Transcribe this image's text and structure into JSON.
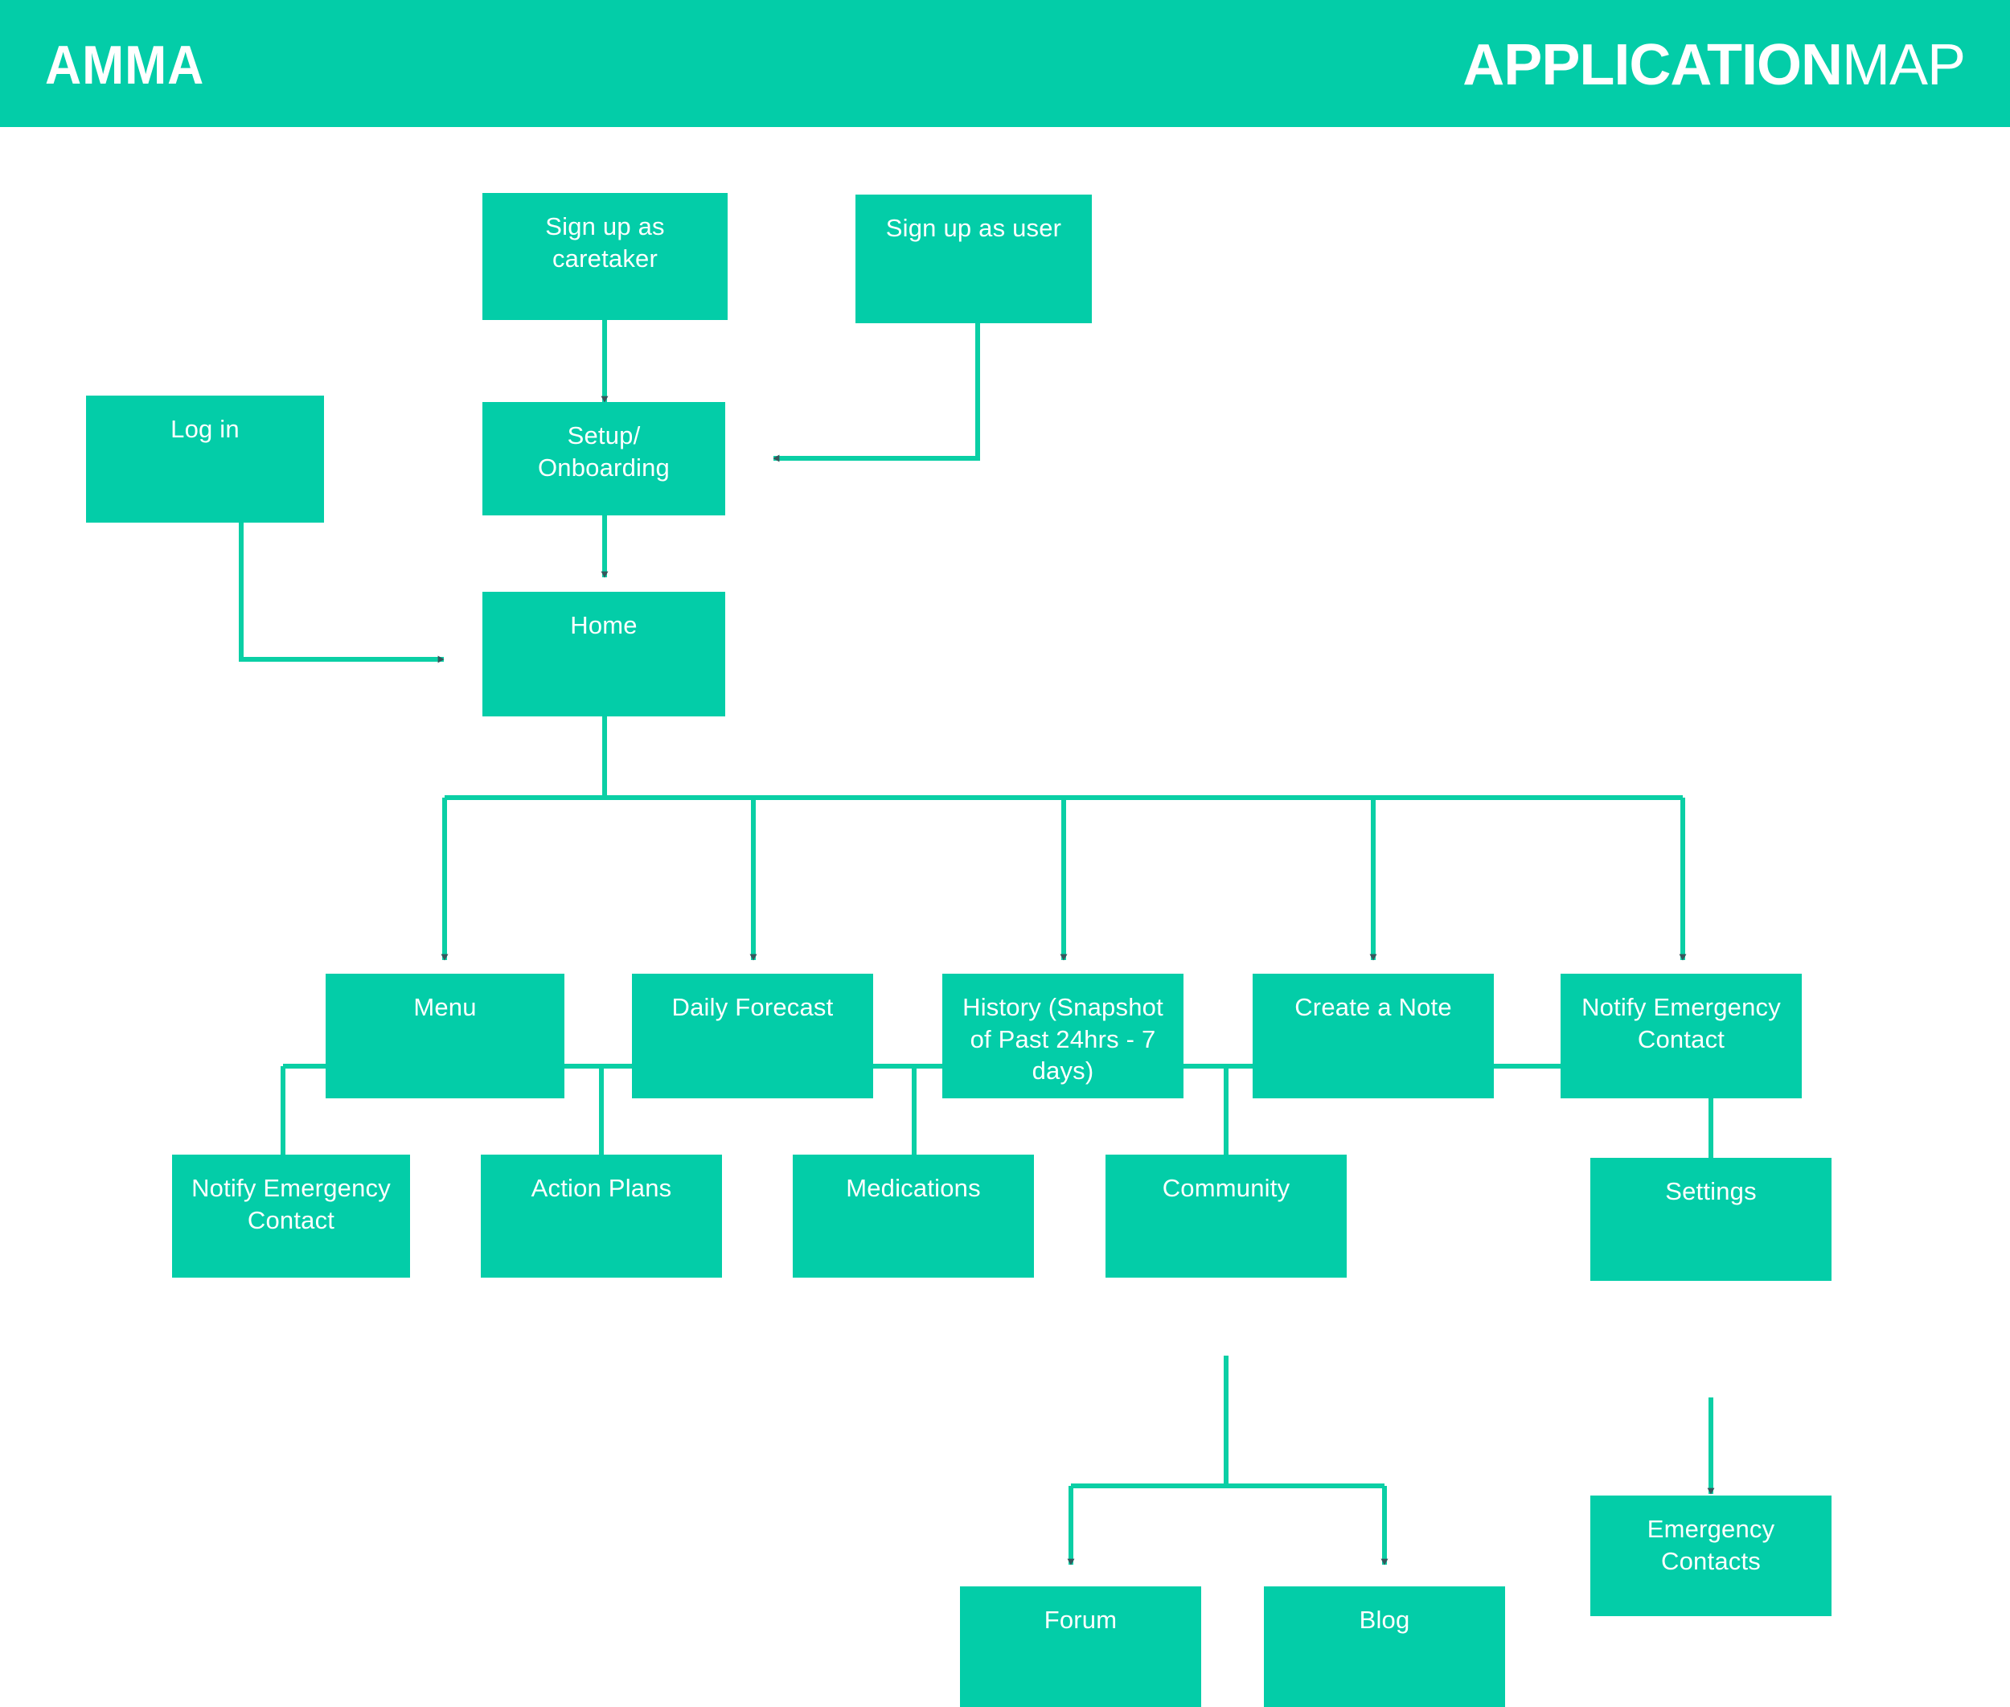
{
  "header": {
    "brand": "AMMA",
    "title_bold": "APPLICATION",
    "title_light": "MAP",
    "background_color": "#03CDA8",
    "text_color": "#FFFFFF"
  },
  "theme": {
    "node_fill": "#03CDA8",
    "node_text": "#FFFFFF",
    "connector_line": "#0ACFA5",
    "arrowhead": "#37565C",
    "page_background": "#FFFFFF"
  },
  "diagram": {
    "type": "flowchart",
    "nodes": [
      {
        "id": "signup-caretaker",
        "label": "Sign up as caretaker",
        "level": 0
      },
      {
        "id": "signup-user",
        "label": "Sign up as user",
        "level": 0
      },
      {
        "id": "login",
        "label": "Log in",
        "level": 1
      },
      {
        "id": "setup-onboarding",
        "label": "Setup/ Onboarding",
        "level": 1
      },
      {
        "id": "home",
        "label": "Home",
        "level": 2
      },
      {
        "id": "menu",
        "label": "Menu",
        "level": 3
      },
      {
        "id": "daily-forecast",
        "label": "Daily Forecast",
        "level": 3
      },
      {
        "id": "history",
        "label": "History (Snapshot of Past 24hrs - 7 days)",
        "level": 3
      },
      {
        "id": "create-a-note",
        "label": "Create a Note",
        "level": 3
      },
      {
        "id": "notify-emergency-contact-home",
        "label": "Notify Emergency Contact",
        "level": 3
      },
      {
        "id": "notify-emergency-contact-menu",
        "label": "Notify Emergency Contact",
        "level": 4
      },
      {
        "id": "action-plans",
        "label": "Action Plans",
        "level": 4
      },
      {
        "id": "medications",
        "label": "Medications",
        "level": 4
      },
      {
        "id": "community",
        "label": "Community",
        "level": 4
      },
      {
        "id": "settings",
        "label": "Settings",
        "level": 4
      },
      {
        "id": "forum",
        "label": "Forum",
        "level": 5
      },
      {
        "id": "blog",
        "label": "Blog",
        "level": 5
      },
      {
        "id": "emergency-contacts",
        "label": "Emergency Contacts",
        "level": 5
      }
    ],
    "edges": [
      {
        "from": "signup-caretaker",
        "to": "setup-onboarding"
      },
      {
        "from": "signup-user",
        "to": "setup-onboarding"
      },
      {
        "from": "login",
        "to": "home"
      },
      {
        "from": "setup-onboarding",
        "to": "home"
      },
      {
        "from": "home",
        "to": "menu"
      },
      {
        "from": "home",
        "to": "daily-forecast"
      },
      {
        "from": "home",
        "to": "history"
      },
      {
        "from": "home",
        "to": "create-a-note"
      },
      {
        "from": "home",
        "to": "notify-emergency-contact-home"
      },
      {
        "from": "menu",
        "to": "notify-emergency-contact-menu"
      },
      {
        "from": "menu",
        "to": "action-plans"
      },
      {
        "from": "menu",
        "to": "medications"
      },
      {
        "from": "menu",
        "to": "community"
      },
      {
        "from": "menu",
        "to": "settings"
      },
      {
        "from": "community",
        "to": "forum"
      },
      {
        "from": "community",
        "to": "blog"
      },
      {
        "from": "settings",
        "to": "emergency-contacts"
      }
    ],
    "labels": {
      "signup_caretaker_line1": "Sign up as",
      "signup_caretaker_line2": "caretaker",
      "signup_user": "Sign up as user",
      "login": "Log in",
      "setup_line1": "Setup/",
      "setup_line2": "Onboarding",
      "home": "Home",
      "menu": "Menu",
      "daily_forecast": "Daily Forecast",
      "history_line1": "History (Snapshot",
      "history_line2": "of Past 24hrs - 7",
      "history_line3": "days)",
      "create_a_note": "Create a Note",
      "notify_emergency_home_line1": "Notify Emergency",
      "notify_emergency_home_line2": "Contact",
      "notify_emergency_menu_line1": "Notify Emergency",
      "notify_emergency_menu_line2": "Contact",
      "action_plans": "Action Plans",
      "medications": "Medications",
      "community": "Community",
      "settings": "Settings",
      "forum": "Forum",
      "blog": "Blog",
      "emergency_contacts_line1": "Emergency",
      "emergency_contacts_line2": "Contacts"
    }
  }
}
